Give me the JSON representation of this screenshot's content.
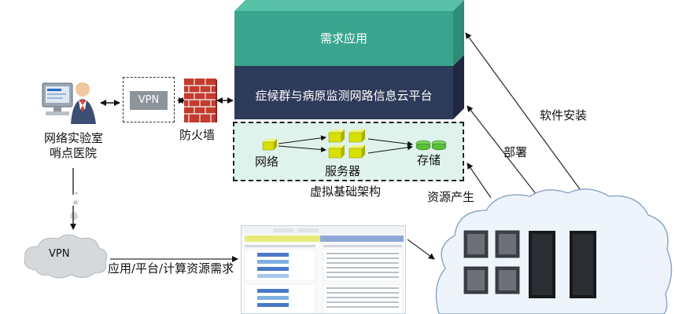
{
  "layers": {
    "application": "需求应用",
    "platform": "症候群与病原监测网路信息云平台",
    "infrastructure": "虚拟基础架构"
  },
  "infra_items": {
    "network": "网络",
    "servers": "服务器",
    "storage": "存储"
  },
  "left": {
    "lab_line1": "网络实验室",
    "lab_line2": "哨点医院",
    "vpn_box": "VPN",
    "firewall": "防火墙",
    "vpn_cloud": "VPN",
    "resource_request": "应用/平台/计算资源需求"
  },
  "right": {
    "software_install": "软件安装",
    "deploy": "部署",
    "resource_produce": "资源产生"
  },
  "colors": {
    "application_layer": "#3aa58e",
    "platform_layer": "#2e3a59",
    "infra_fill": "#dff3ec",
    "cube": "#d8e000",
    "storage": "#5bbf3a"
  }
}
